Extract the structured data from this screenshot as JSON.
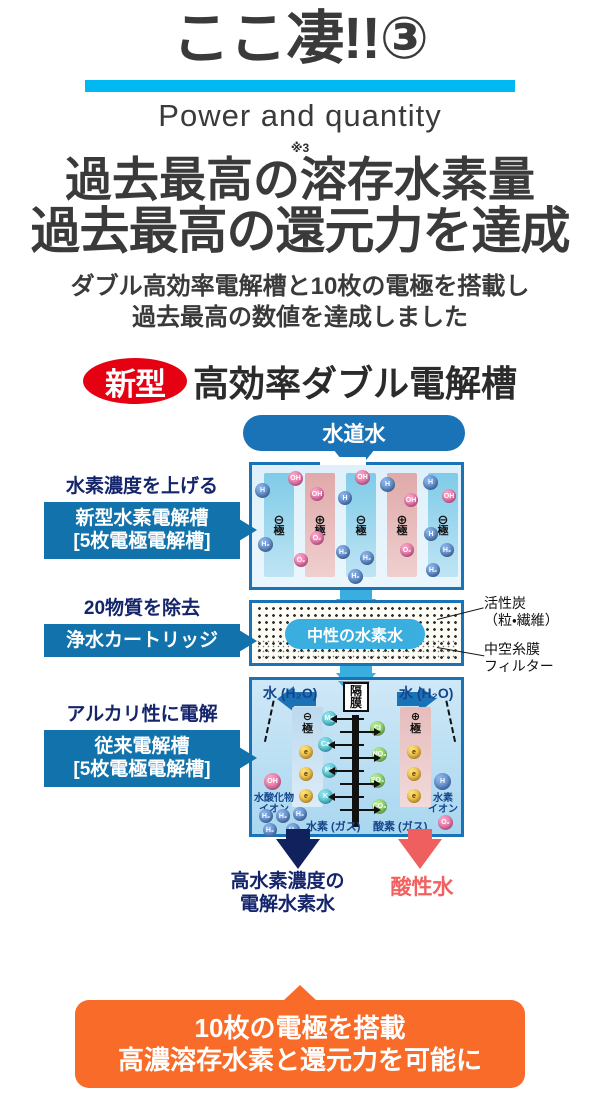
{
  "header": {
    "kicker": "ここ凄!!③",
    "subtitle_en": "Power and quantity",
    "note_mark": "※3",
    "headline1": "過去最高の溶存水素量",
    "headline2": "過去最高の還元力を達成",
    "lead_line1": "ダブル高効率電解槽と10枚の電極を搭載し",
    "lead_line2": "過去最高の数値を達成しました"
  },
  "section": {
    "badge": "新型",
    "badge_title": "高効率ダブル電解槽"
  },
  "diagram": {
    "inlet_label": "水道水",
    "neutral_label": "中性の水素水",
    "callouts": [
      {
        "head": "水素濃度を上げる",
        "box_line1": "新型水素電解槽",
        "box_line2": "[5枚電極電解槽]"
      },
      {
        "head": "20物質を除去",
        "box_line1": "浄水カートリッジ",
        "box_line2": ""
      },
      {
        "head": "アルカリ性に電解",
        "box_line1": "従来電解槽",
        "box_line2": "[5枚電極電解槽]"
      }
    ],
    "annotations": [
      {
        "line1": "活性炭",
        "line2": "（粒・繊維）"
      },
      {
        "line1": "中空糸膜",
        "line2": "フィルター"
      }
    ],
    "electrodes_top": [
      {
        "sign": "⊖",
        "label": "極",
        "polarity": "neg"
      },
      {
        "sign": "⊕",
        "label": "極",
        "polarity": "pos"
      },
      {
        "sign": "⊖",
        "label": "極",
        "polarity": "neg"
      },
      {
        "sign": "⊕",
        "label": "極",
        "polarity": "pos"
      },
      {
        "sign": "⊖",
        "label": "極",
        "polarity": "neg"
      }
    ],
    "lower": {
      "water_left": "水 (H₂O)",
      "water_right": "水 (H₂O)",
      "membrane_label_1": "隔",
      "membrane_label_2": "膜",
      "cathode_sign": "⊖",
      "cathode_label": "極",
      "anode_sign": "⊕",
      "anode_label": "極",
      "hydroxide_line1": "水酸化物",
      "hydroxide_line2": "イオン",
      "hydrogenion_line1": "水素",
      "hydrogenion_line2": "イオン",
      "gas_hydrogen": "水素 (ガス)",
      "gas_oxygen": "酸素 (ガス)",
      "cations": [
        "Mg",
        "Ca",
        "Na",
        "K"
      ],
      "anions": [
        "Cl",
        "NO₃",
        "SO₄",
        "CO₃"
      ],
      "electron_label": "e⁻"
    },
    "outputs": [
      {
        "line1": "高水素濃度の",
        "line2": "電解水素水",
        "color": "#14256b"
      },
      {
        "line1": "酸性水",
        "line2": "",
        "color": "#f2605f"
      }
    ]
  },
  "banner": {
    "line1": "10枚の電極を搭載",
    "line2": "高濃溶存水素と還元力を可能に"
  },
  "colors": {
    "cyan_rule": "#00b9f2",
    "badge_red": "#e50012",
    "callout_blue": "#1272ac",
    "pill_blue": "#1a73b7",
    "light_blue": "#3aaede",
    "navy": "#14256b",
    "acid_red": "#f2605f",
    "banner_orange": "#f96b28"
  }
}
